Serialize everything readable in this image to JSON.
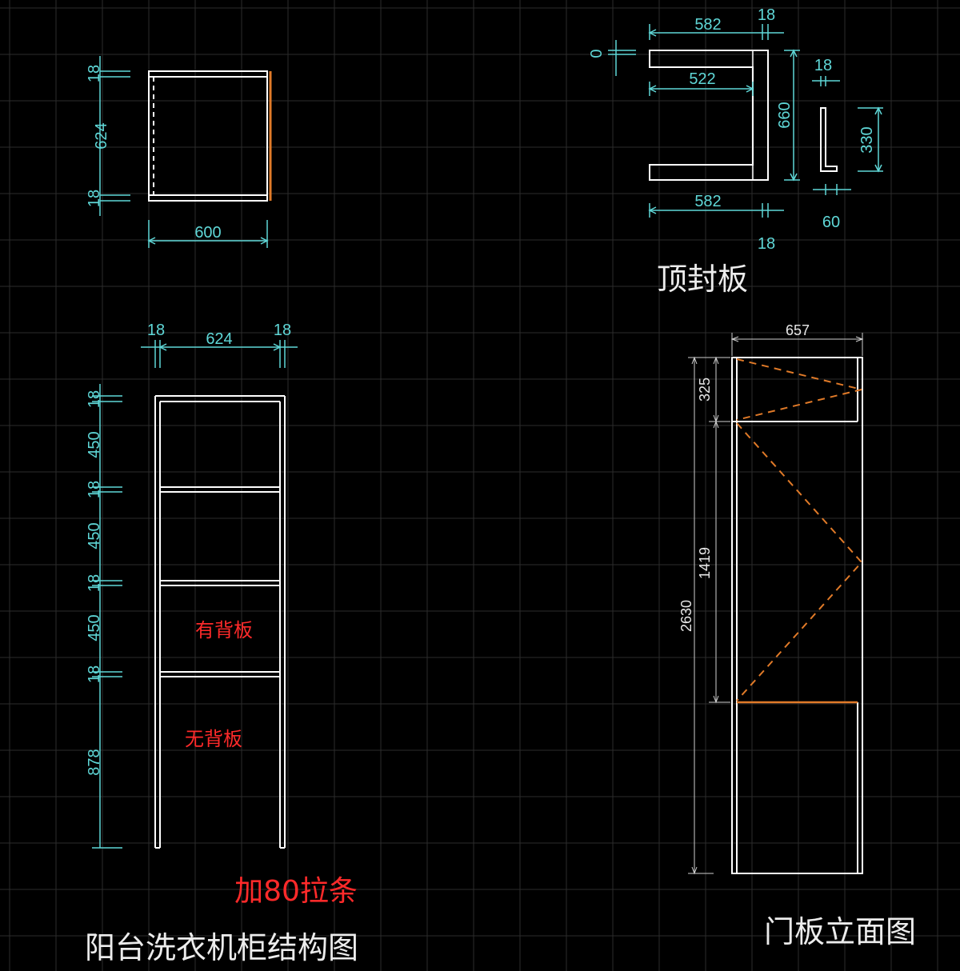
{
  "colors": {
    "background": "#000000",
    "grid": "#2c2c2c",
    "dimension": "#5fd7d7",
    "outline": "#ffffff",
    "accent_orange": "#e07a28",
    "note_red": "#ff2a2a",
    "title_white": "#ececec"
  },
  "plan_view": {
    "dims": {
      "top": "18",
      "middle": "624",
      "bottom": "18",
      "width": "600"
    }
  },
  "top_cover": {
    "title": "顶封板",
    "dims": {
      "top_width": "582",
      "top_thick": "18",
      "zero": "0",
      "inner_width": "522",
      "height": "660",
      "side_thick": "18",
      "side_height": "330",
      "side_width": "60",
      "bottom_width": "582",
      "bottom_thick": "18"
    }
  },
  "structure": {
    "title": "阳台洗衣机柜结构图",
    "top_dims": {
      "left": "18",
      "middle": "624",
      "right": "18"
    },
    "left_dims": [
      "18",
      "450",
      "18",
      "450",
      "18",
      "450",
      "18",
      "878"
    ],
    "note_back_panel": "有背板",
    "note_no_back_panel": "无背板",
    "note_strip": "加80拉条"
  },
  "door_elevation": {
    "title": "门板立面图",
    "dims": {
      "width": "657",
      "top_height": "325",
      "middle_height": "1419",
      "total_height": "2630"
    }
  }
}
